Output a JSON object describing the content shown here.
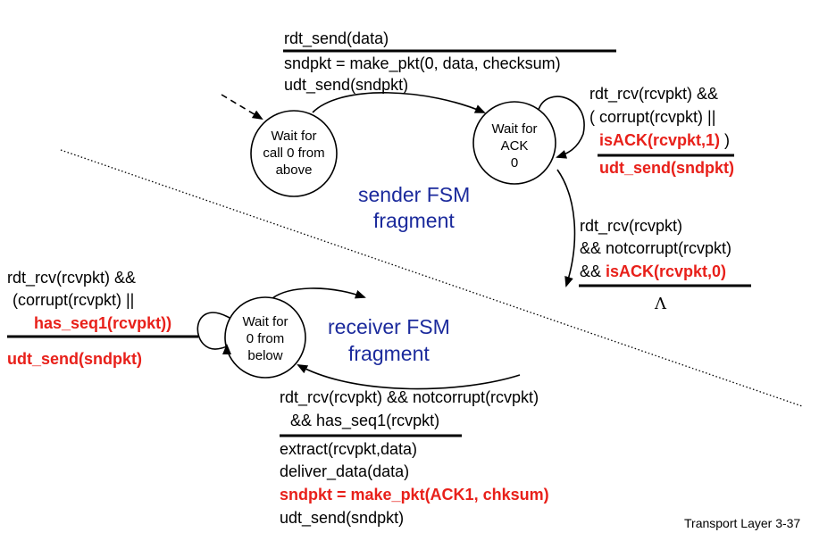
{
  "sender": {
    "top_event": "rdt_send(data)",
    "top_action_1": "sndpkt = make_pkt(0, data, checksum)",
    "top_action_2": "udt_send(sndpkt)",
    "state_wait_call0": [
      "Wait for",
      "call 0 from",
      "above"
    ],
    "state_wait_ack0": [
      "Wait for",
      "ACK",
      "0"
    ],
    "self_loop_event_1": "rdt_rcv(rcvpkt) &&",
    "self_loop_event_2": "( corrupt(rcvpkt) ||",
    "self_loop_event_3": "isACK(rcvpkt,1)",
    "self_loop_event_3_tail": " )",
    "self_loop_action": "udt_send(sndpkt)",
    "exit_event_1": "rdt_rcv(rcvpkt)",
    "exit_event_2": "&& notcorrupt(rcvpkt)",
    "exit_event_3_prefix": "&& ",
    "exit_event_3_red": "isACK(rcvpkt,0)",
    "exit_action": "Λ",
    "caption_1": "sender FSM",
    "caption_2": "fragment"
  },
  "receiver": {
    "self_loop_event_1": "rdt_rcv(rcvpkt) &&",
    "self_loop_event_2": "(corrupt(rcvpkt) ||",
    "self_loop_event_3": "has_seq1(rcvpkt))",
    "self_loop_action": "udt_send(sndpkt)",
    "state_wait_0": [
      "Wait for",
      "0 from",
      "below"
    ],
    "caption_1": "receiver FSM",
    "caption_2": "fragment",
    "bottom_event_1": "rdt_rcv(rcvpkt) && notcorrupt(rcvpkt)",
    "bottom_event_2": "&& has_seq1(rcvpkt)",
    "bottom_action_1": "extract(rcvpkt,data)",
    "bottom_action_2": "deliver_data(data)",
    "bottom_action_3": "sndpkt = make_pkt(ACK1, chksum)",
    "bottom_action_4": "udt_send(sndpkt)"
  },
  "footer": "Transport Layer 3-37",
  "colors": {
    "highlight": "#e8201a",
    "caption": "#1b2a9c"
  }
}
